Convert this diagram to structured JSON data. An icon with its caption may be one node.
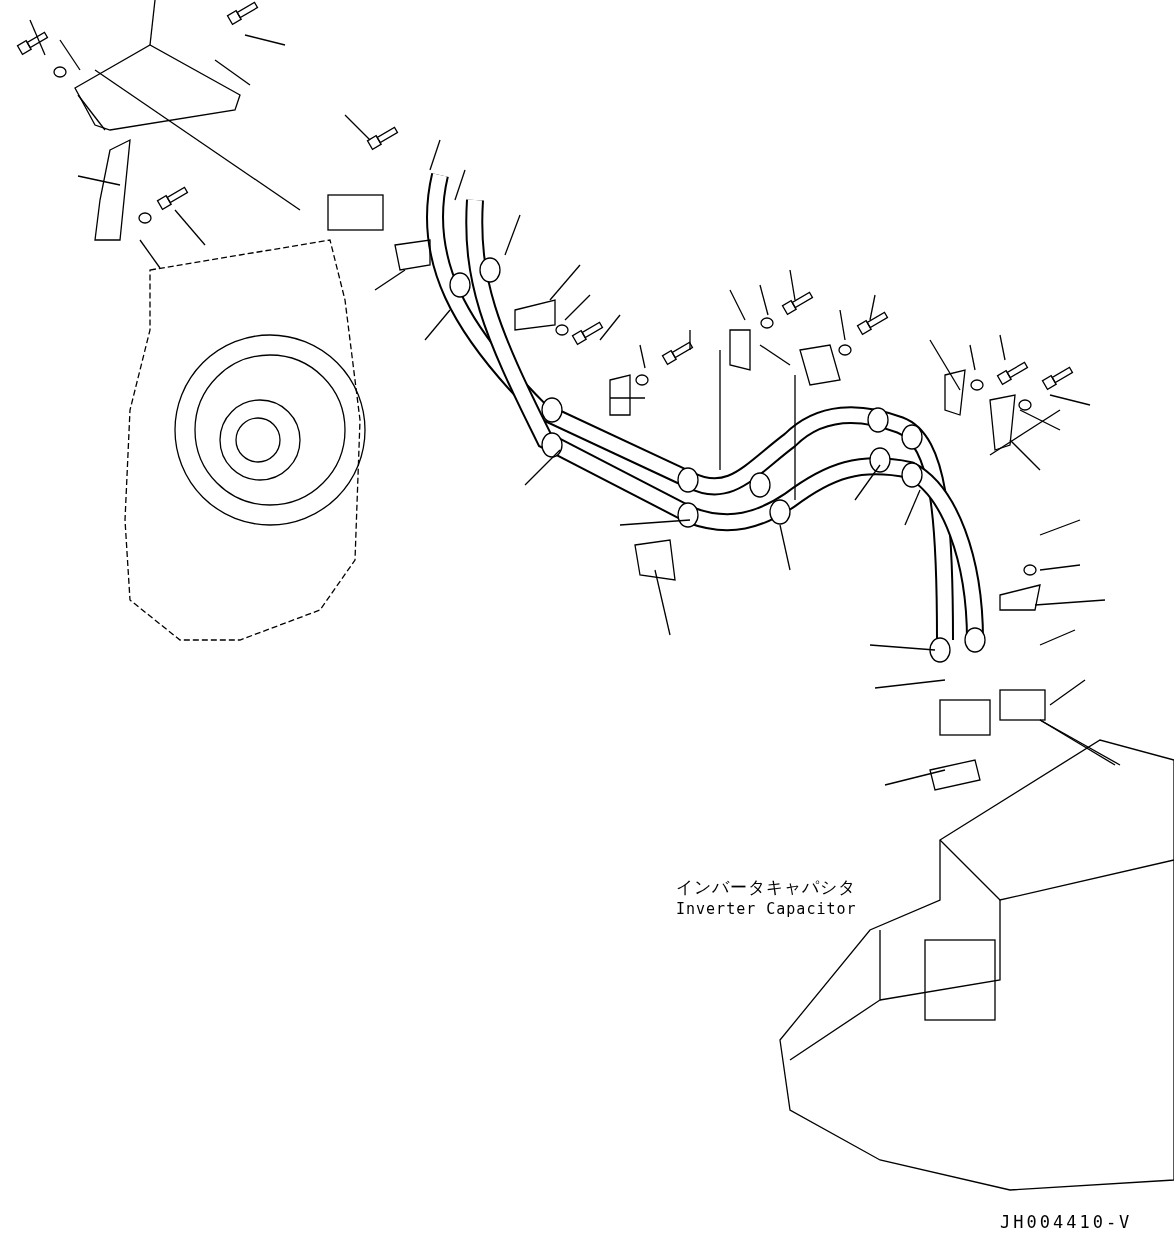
{
  "diagram": {
    "labels": [
      "インバータキャパシタ",
      "Inverter Capacitor",
      "JH004410-V"
    ]
  }
}
